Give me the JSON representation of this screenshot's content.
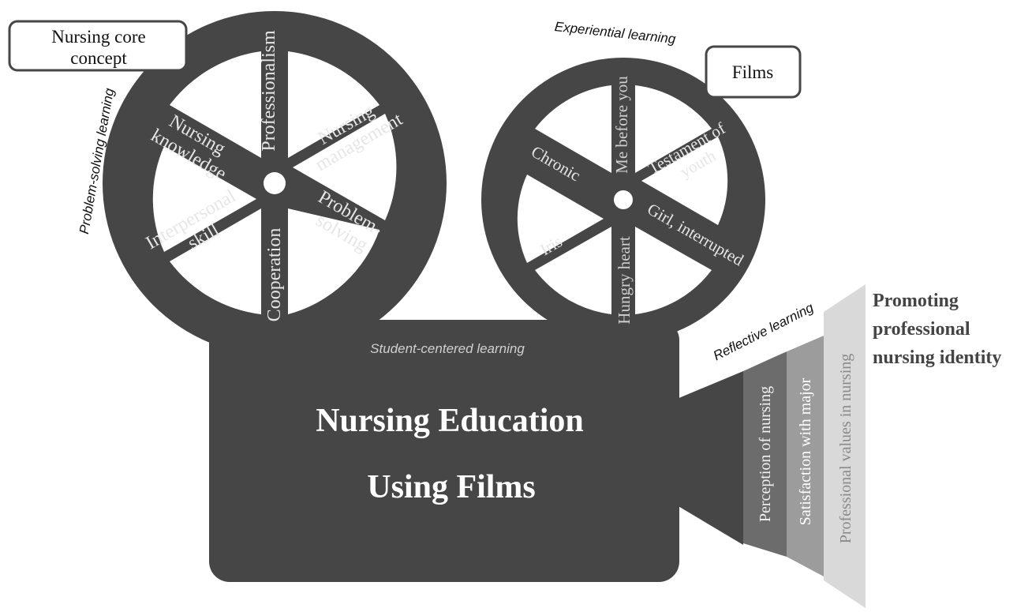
{
  "colors": {
    "body": "#464646",
    "spoke_text": "#e6e6e6",
    "wheel_text_dim": "#cfcfcf",
    "beam_dark": "#6c6c6c",
    "beam_mid": "#9c9c9c",
    "beam_light": "#d9d9d9",
    "outcome_text": "#444444"
  },
  "left_reel": {
    "label_box": [
      "Nursing core",
      "concept"
    ],
    "arc_label": "Problem-solving learning",
    "spokes": {
      "top": "Professionalism",
      "upper_left": [
        "Nursing",
        "knowledge"
      ],
      "upper_right": [
        "Nursing",
        "management"
      ],
      "lower_left": [
        "Interpersonal",
        "skill"
      ],
      "lower_right": [
        "Problem-",
        "solving"
      ],
      "bottom": "Cooperation"
    }
  },
  "right_reel": {
    "label_box": "Films",
    "arc_label": "Experiential learning",
    "spokes": {
      "top": "Me before you",
      "upper_left": "Chronic",
      "upper_right": [
        "Testament of",
        "youth"
      ],
      "lower_left": "Iris",
      "lower_right": "Girl, interrupted",
      "bottom": "Hungry heart"
    }
  },
  "camera": {
    "top_label": "Student-centered learning",
    "title_line1": "Nursing Education",
    "title_line2": "Using Films"
  },
  "projection": {
    "arc_label": "Reflective learning",
    "beam_labels": [
      "Perception of nursing",
      "Satisfaction with major",
      "Professional values  in nursing"
    ]
  },
  "outcome": {
    "lines": [
      "Promoting",
      "professional",
      "nursing identity"
    ]
  }
}
